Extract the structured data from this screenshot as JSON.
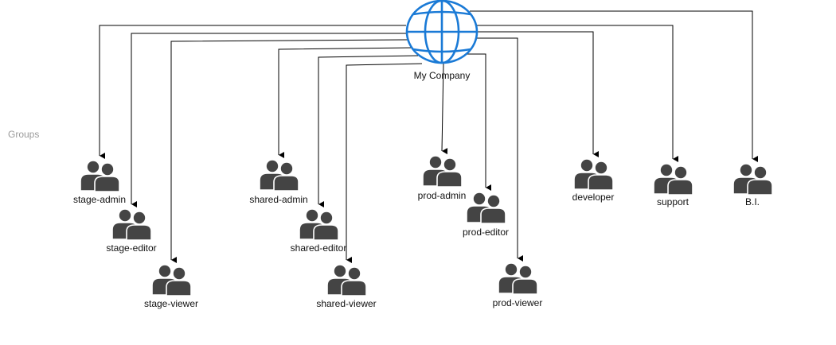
{
  "side_label": "Groups",
  "root": {
    "name": "My Company",
    "icon": "globe-icon",
    "color": "#1a7ad6"
  },
  "group_icon": "users-icon",
  "group_color": "#444444",
  "groups": [
    {
      "id": "stage-admin",
      "label": "stage-admin"
    },
    {
      "id": "stage-editor",
      "label": "stage-editor"
    },
    {
      "id": "stage-viewer",
      "label": "stage-viewer"
    },
    {
      "id": "shared-admin",
      "label": "shared-admin"
    },
    {
      "id": "shared-editor",
      "label": "shared-editor"
    },
    {
      "id": "shared-viewer",
      "label": "shared-viewer"
    },
    {
      "id": "prod-admin",
      "label": "prod-admin"
    },
    {
      "id": "prod-editor",
      "label": "prod-editor"
    },
    {
      "id": "prod-viewer",
      "label": "prod-viewer"
    },
    {
      "id": "developer",
      "label": "developer"
    },
    {
      "id": "support",
      "label": "support"
    },
    {
      "id": "bi",
      "label": "B.I."
    }
  ]
}
